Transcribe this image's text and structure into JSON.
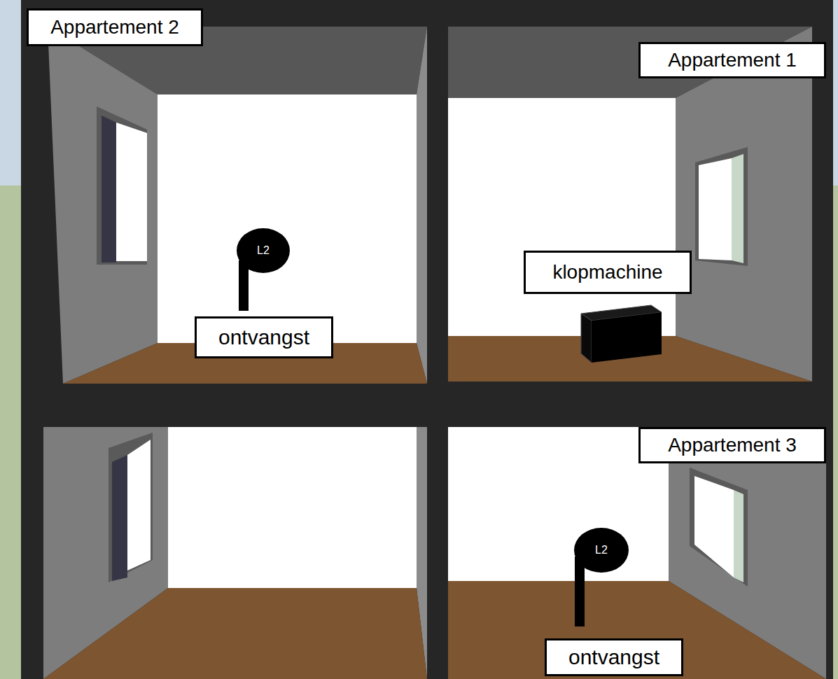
{
  "diagram": {
    "nodes": [
      {
        "text": [
          "Appartement 2"
        ]
      },
      {
        "text": [
          "L2"
        ]
      },
      {
        "text": [
          "ontvangst"
        ]
      },
      {
        "text": [
          "Appartement 1"
        ]
      },
      {
        "text": [
          "klopmachine"
        ]
      },
      {
        "text": [
          "Appartement 3"
        ]
      },
      {
        "text": [
          "L2"
        ]
      },
      {
        "text": [
          "ontvangst"
        ]
      }
    ]
  }
}
